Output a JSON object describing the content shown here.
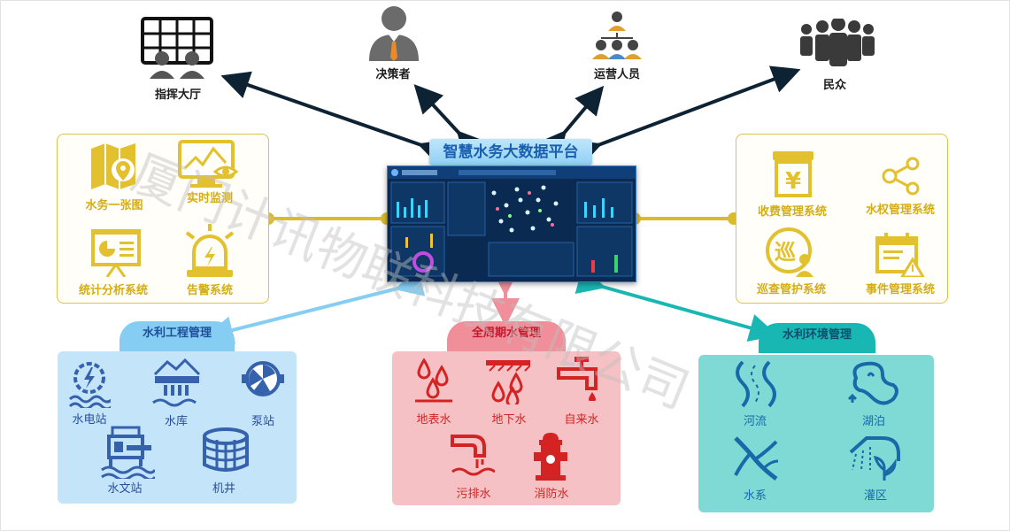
{
  "platform": {
    "title": "智慧水务大数据平台"
  },
  "stakeholders": {
    "command_hall": "指挥大厅",
    "decision_maker": "决策者",
    "operators": "运营人员",
    "public": "民众"
  },
  "left_panel": {
    "items": [
      "水务一张图",
      "实时监测",
      "统计分析系统",
      "告警系统"
    ]
  },
  "right_panel": {
    "items": [
      "收费管理系统",
      "水权管理系统",
      "巡查管护系统",
      "事件管理系统"
    ]
  },
  "engineering": {
    "title": "水利工程管理",
    "items": [
      "水电站",
      "水库",
      "泵站",
      "水文站",
      "机井"
    ]
  },
  "water_cycle": {
    "title": "全周期水管理",
    "items": [
      "地表水",
      "地下水",
      "自来水",
      "污排水",
      "消防水"
    ]
  },
  "environment": {
    "title": "水利环境管理",
    "items": [
      "河流",
      "湖泊",
      "水系",
      "灌区"
    ]
  },
  "watermark": {
    "text": "厦门计讯物联科技有限公司"
  },
  "colors": {
    "yellow": "#d4ad17",
    "blue_panel": "#c3e4f9",
    "red_panel": "#f6c1c5",
    "teal_panel": "#7fdad6",
    "arrow_dark": "#0d2233"
  },
  "icons": [
    "grid-screen-icon",
    "businessman-icon",
    "org-chart-icon",
    "crowd-icon",
    "map-pin-icon",
    "monitor-eye-icon",
    "chart-board-icon",
    "alarm-light-icon",
    "yuan-cash-icon",
    "share-nodes-icon",
    "patrol-worker-icon",
    "calendar-warning-icon",
    "hydropower-icon",
    "reservoir-icon",
    "pump-icon",
    "hydrology-station-icon",
    "well-icon",
    "surface-water-icon",
    "groundwater-icon",
    "tap-water-icon",
    "sewage-icon",
    "fire-hydrant-icon",
    "river-icon",
    "lake-icon",
    "water-system-icon",
    "irrigation-icon"
  ]
}
